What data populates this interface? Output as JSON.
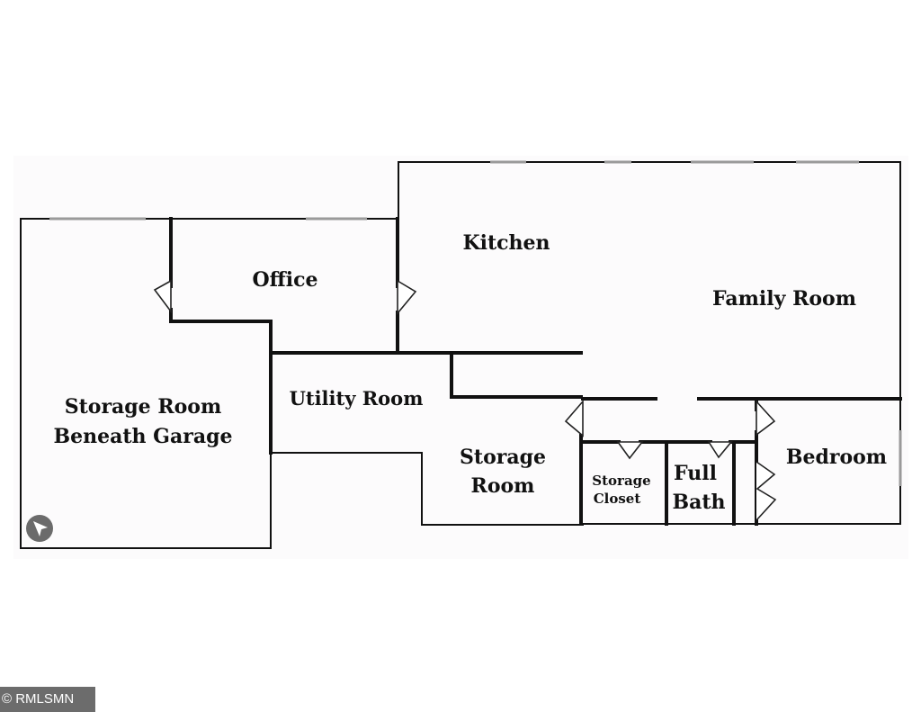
{
  "floorplan": {
    "rooms": {
      "kitchen": "Kitchen",
      "office": "Office",
      "family_room": "Family Room",
      "utility_room": "Utility Room",
      "storage_garage_line1": "Storage Room",
      "storage_garage_line2": "Beneath Garage",
      "storage_room_line1": "Storage",
      "storage_room_line2": "Room",
      "storage_closet_line1": "Storage",
      "storage_closet_line2": "Closet",
      "full_bath_line1": "Full",
      "full_bath_line2": "Bath",
      "bedroom": "Bedroom"
    },
    "icons": {
      "compass": "compass-arrow-icon"
    }
  },
  "watermark": {
    "text": "© RMLSMN"
  }
}
